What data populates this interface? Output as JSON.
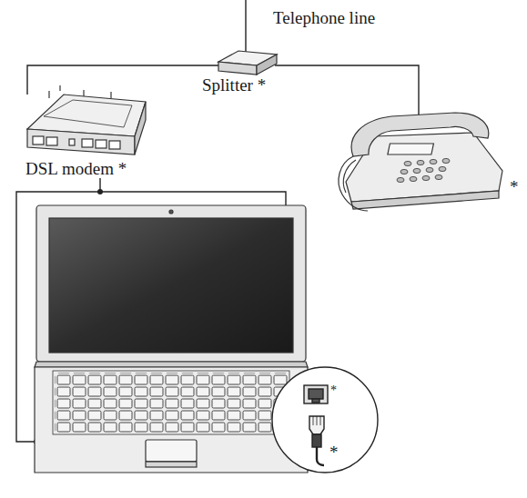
{
  "diagram": {
    "labels": [
      "Telephone line",
      "Splitter *",
      "DSL modem *",
      "*",
      "*",
      "*"
    ]
  }
}
